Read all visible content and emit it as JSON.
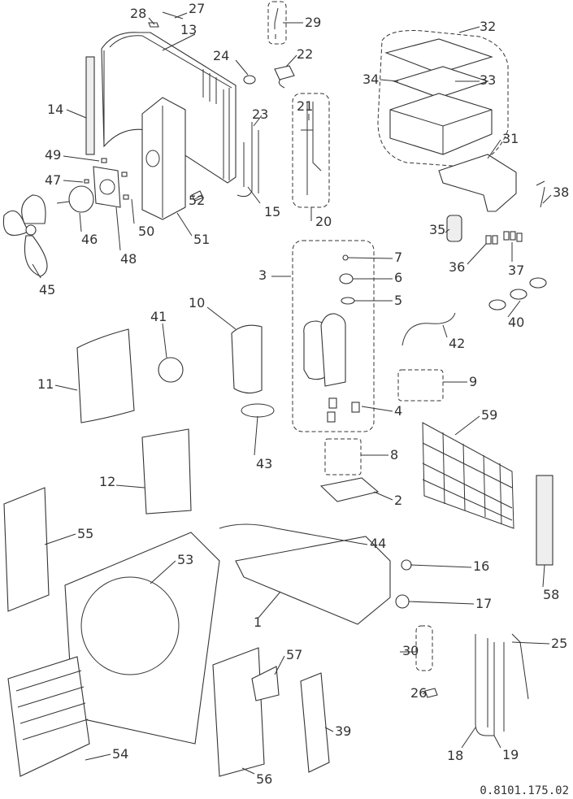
{
  "diagram": {
    "type": "exploded-parts-diagram",
    "drawing_code": "0.8101.175.02",
    "part_numbers": [
      "1",
      "2",
      "3",
      "4",
      "5",
      "6",
      "7",
      "8",
      "9",
      "10",
      "11",
      "12",
      "13",
      "14",
      "15",
      "16",
      "17",
      "18",
      "19",
      "20",
      "21",
      "22",
      "23",
      "24",
      "25",
      "26",
      "27",
      "28",
      "29",
      "30",
      "31",
      "32",
      "33",
      "34",
      "35",
      "36",
      "37",
      "38",
      "39",
      "40",
      "41",
      "42",
      "43",
      "44",
      "45",
      "46",
      "47",
      "48",
      "49",
      "50",
      "51",
      "52",
      "53",
      "54",
      "55",
      "56",
      "57",
      "58",
      "59"
    ]
  }
}
